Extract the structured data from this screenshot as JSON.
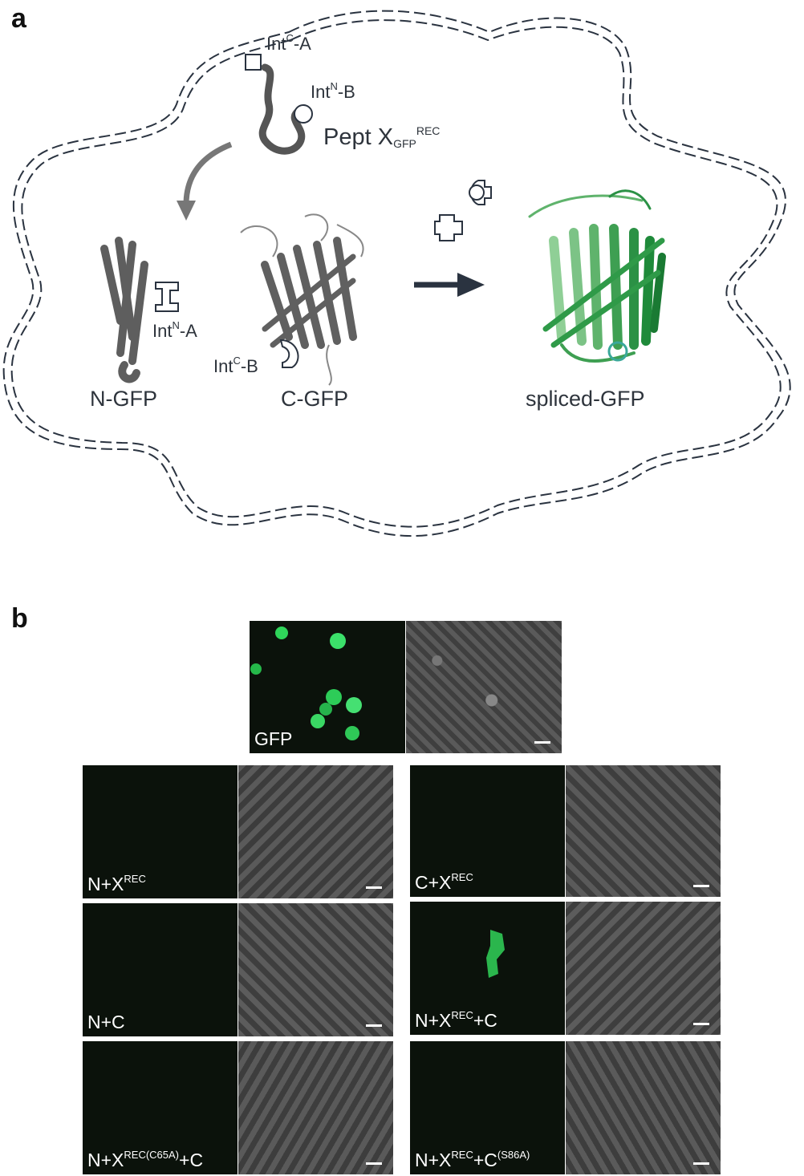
{
  "panel_a": {
    "letter": "a",
    "int_c_a": {
      "base": "Int",
      "sup": "C",
      "suffix": "-A"
    },
    "int_n_b": {
      "base": "Int",
      "sup": "N",
      "suffix": "-B"
    },
    "pept": {
      "base": "Pept X",
      "sub": "GFP",
      "sup": "REC"
    },
    "int_n_a": {
      "base": "Int",
      "sup": "N",
      "suffix": "-A"
    },
    "int_c_b": {
      "base": "Int",
      "sup": "C",
      "suffix": "-B"
    },
    "n_gfp": "N-GFP",
    "c_gfp": "C-GFP",
    "spliced_gfp": "spliced-GFP",
    "colors": {
      "outline": "#2a3340",
      "ribbon": "#5a5a5a",
      "gfp_green": "#1f8a3a",
      "gfp_light": "#8fcf96"
    }
  },
  "panel_b": {
    "letter": "b",
    "top": {
      "label": "GFP"
    },
    "left": [
      {
        "base": "N+X",
        "sup": "REC",
        "tail": ""
      },
      {
        "base": "N+C",
        "sup": "",
        "tail": ""
      },
      {
        "base": "N+X",
        "sup": "REC(C65A)",
        "tail": "+C"
      }
    ],
    "right": [
      {
        "base": "C+X",
        "sup": "REC",
        "tail": "",
        "tail_sup": ""
      },
      {
        "base": "N+X",
        "sup": "REC",
        "tail": "+C",
        "tail_sup": ""
      },
      {
        "base": "N+X",
        "sup": "REC",
        "tail": "+C",
        "tail_sup": "(S86A)"
      }
    ]
  }
}
